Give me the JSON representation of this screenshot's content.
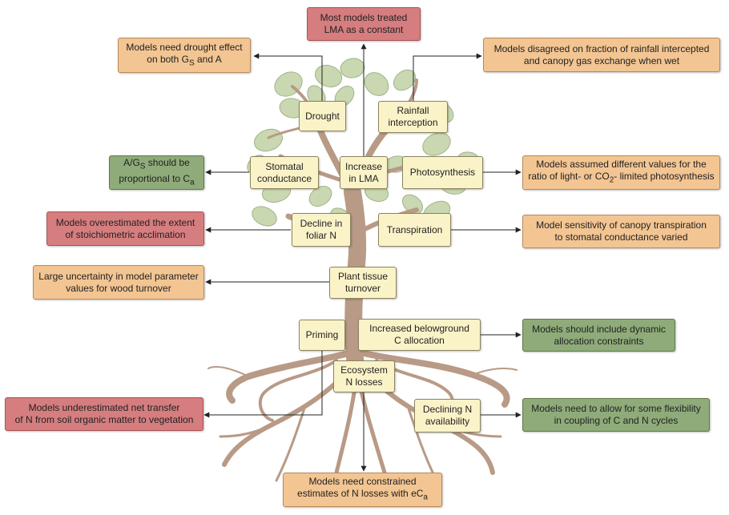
{
  "nodes": {
    "drought": "Drought",
    "rainfall_line1": "Rainfall",
    "rainfall_line2": "interception",
    "stomatal_line1": "Stomatal",
    "stomatal_line2": "conductance",
    "lma_line1": "Increase",
    "lma_line2": "in LMA",
    "photosynthesis": "Photosynthesis",
    "foliar_line1": "Decline in",
    "foliar_line2": "foliar N",
    "transpiration": "Transpiration",
    "turnover_line1": "Plant tissue",
    "turnover_line2": "turnover",
    "priming": "Priming",
    "belowground_line1": "Increased belowground",
    "belowground_line2": "C allocation",
    "nlosses_line1": "Ecosystem",
    "nlosses_line2": "N losses",
    "declining_line1": "Declining N",
    "declining_line2": "availability"
  },
  "outcomes": {
    "lma_constant_line1": "Most models treated",
    "lma_constant_line2": "LMA as a constant",
    "drought_effect_line1": "Models need drought effect",
    "drought_effect_line2a": "on both G",
    "drought_effect_sub1": "S",
    "drought_effect_line2b": " and A",
    "rainfall_disagree_line1": "Models disagreed on fraction of rainfall intercepted",
    "rainfall_disagree_line2": "and canopy gas exchange when wet",
    "ags_line1a": "A/G",
    "ags_sub1": "S",
    "ags_line1b": " should be",
    "ags_line2a": "proportional to C",
    "ags_sub2": "a",
    "photo_values_line1": "Models assumed different values for the",
    "photo_values_line2a": "ratio of light- or CO",
    "photo_values_sub": "2",
    "photo_values_line2b": "- limited photosynthesis",
    "stoich_line1": "Models overestimated the extent",
    "stoich_line2": "of stoichiometric acclimation",
    "canopy_line1": "Model sensitivity of canopy transpiration",
    "canopy_line2": "to stomatal conductance varied",
    "wood_line1": "Large uncertainty in model parameter",
    "wood_line2": "values for wood turnover",
    "dynamic_line1": "Models should include dynamic",
    "dynamic_line2": "allocation constraints",
    "transfer_line1": "Models underestimated net transfer",
    "transfer_line2": "of N from soil organic matter to vegetation",
    "flexibility_line1": "Models need to allow for some flexibility",
    "flexibility_line2": "in coupling  of C and N cycles",
    "nloss_est_line1": "Models need constrained",
    "nloss_est_line2a": "estimates of N losses with eC",
    "nloss_est_sub": "a"
  },
  "colors": {
    "red": "#d67d7f",
    "orange": "#f3c592",
    "green": "#8eab79",
    "node": "#fbf3c8",
    "trunk": "#b89a86",
    "leaf": "#c9d8b0"
  }
}
